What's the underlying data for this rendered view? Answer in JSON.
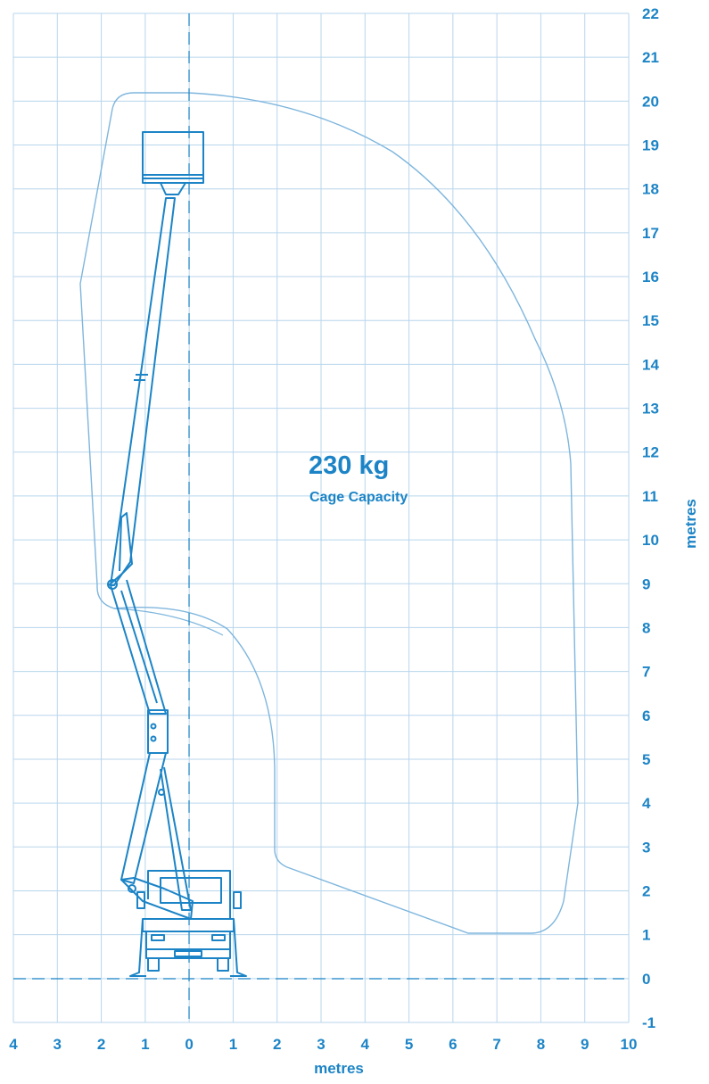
{
  "chart_data": {
    "type": "reach-diagram",
    "x_ticks": [
      "4",
      "3",
      "2",
      "1",
      "0",
      "1",
      "2",
      "3",
      "4",
      "5",
      "6",
      "7",
      "8",
      "9",
      "10"
    ],
    "y_ticks": [
      "22",
      "21",
      "20",
      "19",
      "18",
      "17",
      "16",
      "15",
      "14",
      "13",
      "12",
      "11",
      "10",
      "9",
      "8",
      "7",
      "6",
      "5",
      "4",
      "3",
      "2",
      "1",
      "0",
      "-1"
    ],
    "xlabel": "metres",
    "ylabel": "metres",
    "xlim": [
      -4,
      10
    ],
    "ylim": [
      -1,
      22
    ],
    "grid": true,
    "capacity_value": "230 kg",
    "capacity_label": "Cage Capacity",
    "colors": {
      "text": "#1c84c6",
      "grid": "#b8d6ec",
      "envelope": "#7fb6dd",
      "machine": "#1c84c6"
    }
  }
}
